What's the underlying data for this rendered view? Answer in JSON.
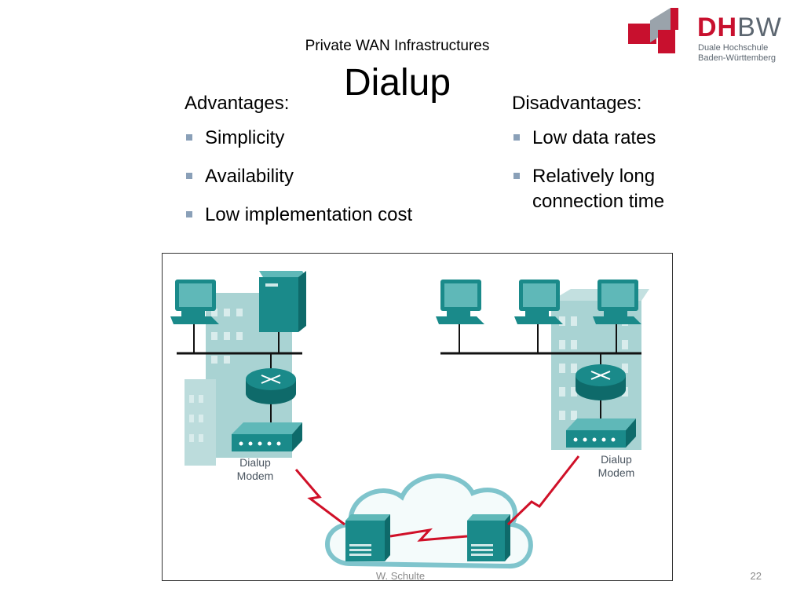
{
  "slide": {
    "subtitle": "Private WAN Infrastructures",
    "title": "Dialup",
    "advantages": {
      "heading": "Advantages:",
      "items": [
        "Simplicity",
        "Availability",
        "Low implementation cost"
      ]
    },
    "disadvantages": {
      "heading": "Disadvantages:",
      "items": [
        "Low data rates",
        "Relatively long connection time"
      ]
    },
    "diagram": {
      "left_modem_label": "Dialup Modem",
      "right_modem_label": "Dialup Modem"
    },
    "footer": {
      "author": "W. Schulte",
      "page_number": "22"
    }
  },
  "logo": {
    "primary": "DH",
    "secondary": "BW",
    "subtitle_line1": "Duale Hochschule",
    "subtitle_line2": "Baden-Württemberg",
    "brand_red": "#c8102e",
    "brand_grey": "#5c6670"
  },
  "colors": {
    "teal": "#1a8a8a",
    "teal_light": "#5fb8b8",
    "building": "#a9d3d3",
    "link_red": "#d01028"
  }
}
